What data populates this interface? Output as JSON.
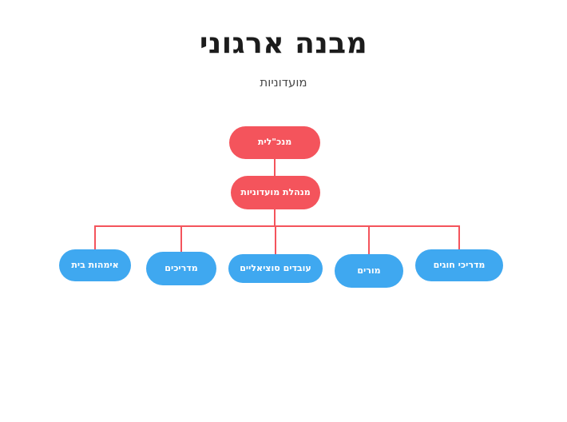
{
  "header": {
    "title": "מבנה ארגוני",
    "subtitle": "מועדוניות"
  },
  "org": {
    "root": {
      "label": "מנכ\"לית"
    },
    "manager": {
      "label": "מנהלת מועדוניות"
    },
    "children": [
      {
        "label": "מדריכי חוגים"
      },
      {
        "label": "מורים"
      },
      {
        "label": "עובדים סוציאליים"
      },
      {
        "label": "מדריכים"
      },
      {
        "label": "אימהות בית"
      }
    ]
  },
  "colors": {
    "accent_red": "#f4545c",
    "accent_blue": "#3fa8f0",
    "connector_line": "#f4545c",
    "title_text": "#1c1c1c",
    "subtitle_text": "#4a4a4a",
    "node_text": "#ffffff",
    "background": "#ffffff"
  }
}
